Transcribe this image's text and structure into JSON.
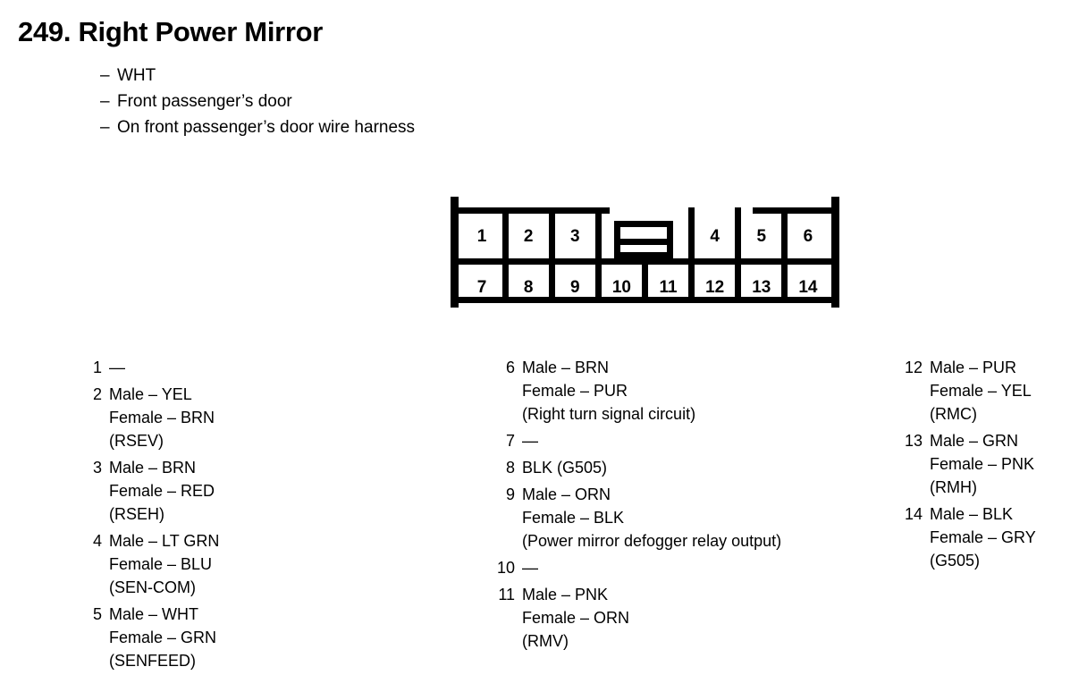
{
  "header": {
    "title": "249. Right Power Mirror",
    "subtitles": [
      {
        "dash": "–",
        "text": "WHT"
      },
      {
        "dash": "–",
        "text": "Front passenger’s door"
      },
      {
        "dash": "–",
        "text": "On front passenger’s door wire harness"
      }
    ]
  },
  "connector": {
    "name": "14-pin connector",
    "top_row": [
      "1",
      "2",
      "3",
      "4",
      "5",
      "6"
    ],
    "bottom_row": [
      "7",
      "8",
      "9",
      "10",
      "11",
      "12",
      "13",
      "14"
    ],
    "latch": "center-latch-detail"
  },
  "pin_columns": [
    {
      "entries": [
        {
          "number": "1",
          "lines": [
            "—"
          ]
        },
        {
          "number": "2",
          "lines": [
            "Male – YEL",
            "Female – BRN",
            "(RSEV)"
          ]
        },
        {
          "number": "3",
          "lines": [
            "Male – BRN",
            "Female – RED",
            "(RSEH)"
          ]
        },
        {
          "number": "4",
          "lines": [
            "Male – LT GRN",
            "Female – BLU",
            "(SEN-COM)"
          ]
        },
        {
          "number": "5",
          "lines": [
            "Male – WHT",
            "Female – GRN",
            "(SENFEED)"
          ]
        }
      ]
    },
    {
      "entries": [
        {
          "number": "6",
          "lines": [
            "Male – BRN",
            "Female – PUR",
            "(Right turn signal circuit)"
          ]
        },
        {
          "number": "7",
          "lines": [
            "—"
          ]
        },
        {
          "number": "8",
          "lines": [
            "BLK (G505)"
          ]
        },
        {
          "number": "9",
          "lines": [
            "Male – ORN",
            "Female – BLK",
            "(Power mirror defogger relay output)"
          ]
        },
        {
          "number": "10",
          "lines": [
            "—"
          ]
        },
        {
          "number": "11",
          "lines": [
            "Male – PNK",
            "Female – ORN",
            "(RMV)"
          ]
        }
      ]
    },
    {
      "entries": [
        {
          "number": "12",
          "lines": [
            "Male – PUR",
            "Female – YEL",
            "(RMC)"
          ]
        },
        {
          "number": "13",
          "lines": [
            "Male – GRN",
            "Female – PNK",
            "(RMH)"
          ]
        },
        {
          "number": "14",
          "lines": [
            "Male – BLK",
            "Female – GRY",
            "(G505)"
          ]
        }
      ]
    }
  ],
  "colors": {
    "ink": "#000000",
    "paper": "#ffffff"
  }
}
